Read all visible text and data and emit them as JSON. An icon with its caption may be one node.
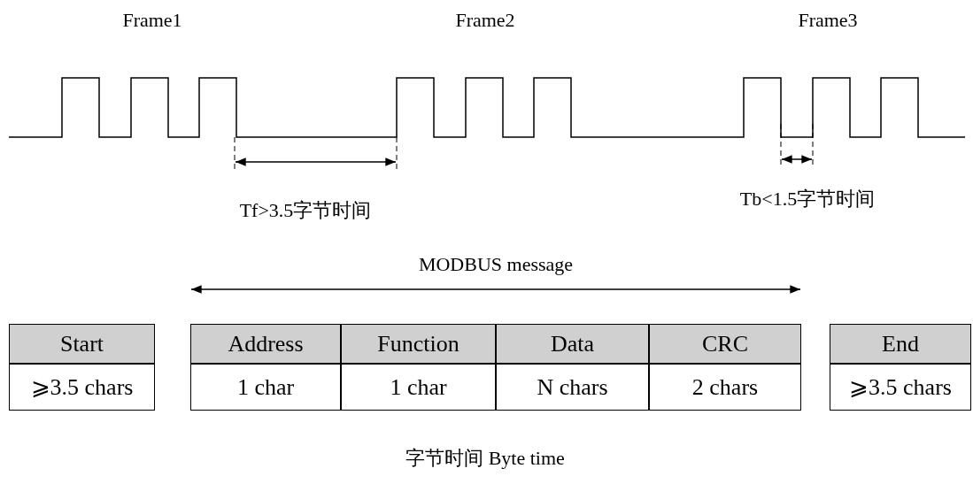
{
  "diagram": {
    "caption": "字节时间 Byte time",
    "labels": [
      "Frame1",
      "Frame2",
      "Frame3",
      "Tf>3.5字节时间",
      "Tb<1.5字节时间",
      "MODBUS message",
      "Start",
      "Address",
      "Function",
      "Data",
      "CRC",
      "End",
      "⩾3.5 chars",
      "1 char",
      "1 char",
      "N chars",
      "2 chars",
      "⩾3.5 chars"
    ]
  }
}
